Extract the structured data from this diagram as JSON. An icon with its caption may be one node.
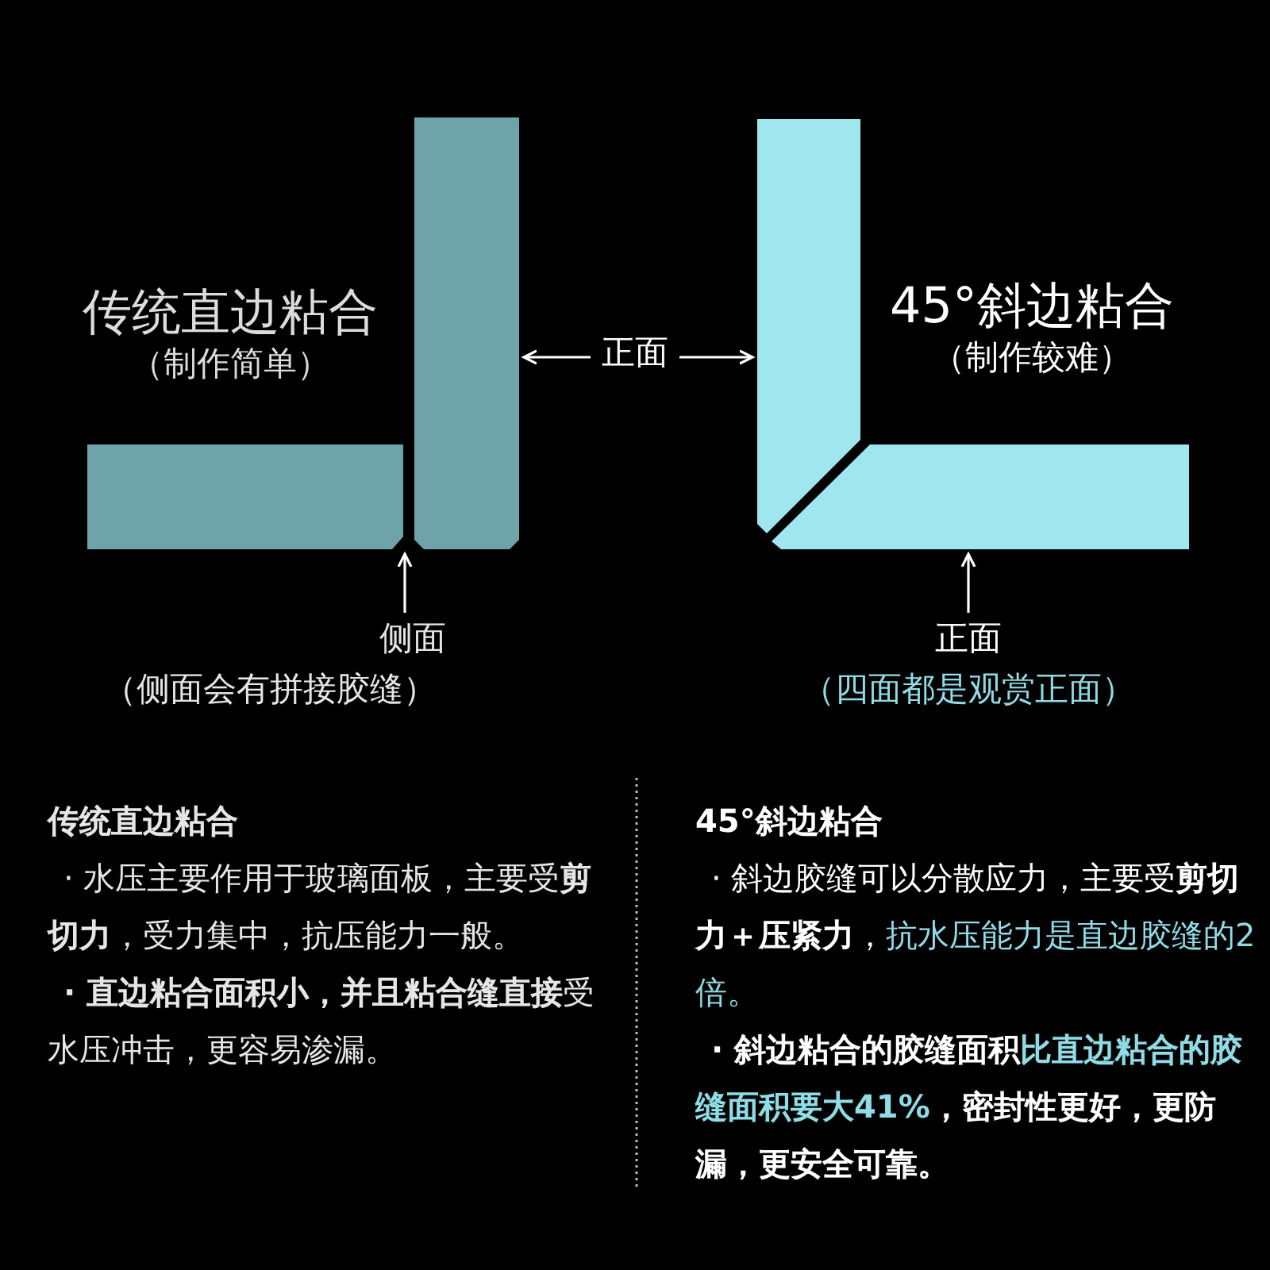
{
  "diagram": {
    "nodes": [
      {
        "text": [],
        "shape": "bar"
      },
      {
        "text": [],
        "shape": "bar"
      },
      {
        "text": [],
        "shape": "bar"
      },
      {
        "text": [],
        "shape": "bar"
      },
      {
        "text": [
          "正面"
        ]
      },
      {
        "text": [
          "侧面",
          "（侧面会有拼接胶缝）"
        ]
      },
      {
        "text": [
          "正面",
          "（四面都是观赏正面）"
        ]
      }
    ],
    "edges": [
      {
        "from": 4,
        "to": 1,
        "arrow": "to"
      },
      {
        "from": 4,
        "to": 2,
        "arrow": "to"
      },
      {
        "from": 5,
        "to": 0,
        "arrow": "to"
      },
      {
        "from": 6,
        "to": 3,
        "arrow": "to"
      }
    ],
    "labels": [
      "传统直边粘合",
      "（制作简单）",
      "45°斜边粘合",
      "（制作较难）",
      "传统直边粘合",
      "· 水压主要作用于玻璃面板，主要受**剪切力**，受力集中，抗压能力一般。",
      "**· 直边粘合面积小，并且粘合缝直接**受水压冲击，更容易渗漏。",
      "45°斜边粘合",
      "· 斜边胶缝可以分散应力，主要受**剪切力＋压紧力**，*抗水压能力是直边胶缝的2倍。*",
      "· 斜边粘合的胶缝面积**比直边粘合的胶缝面积要大41%**，密封性更好，更防漏，更安全可靠。"
    ]
  }
}
